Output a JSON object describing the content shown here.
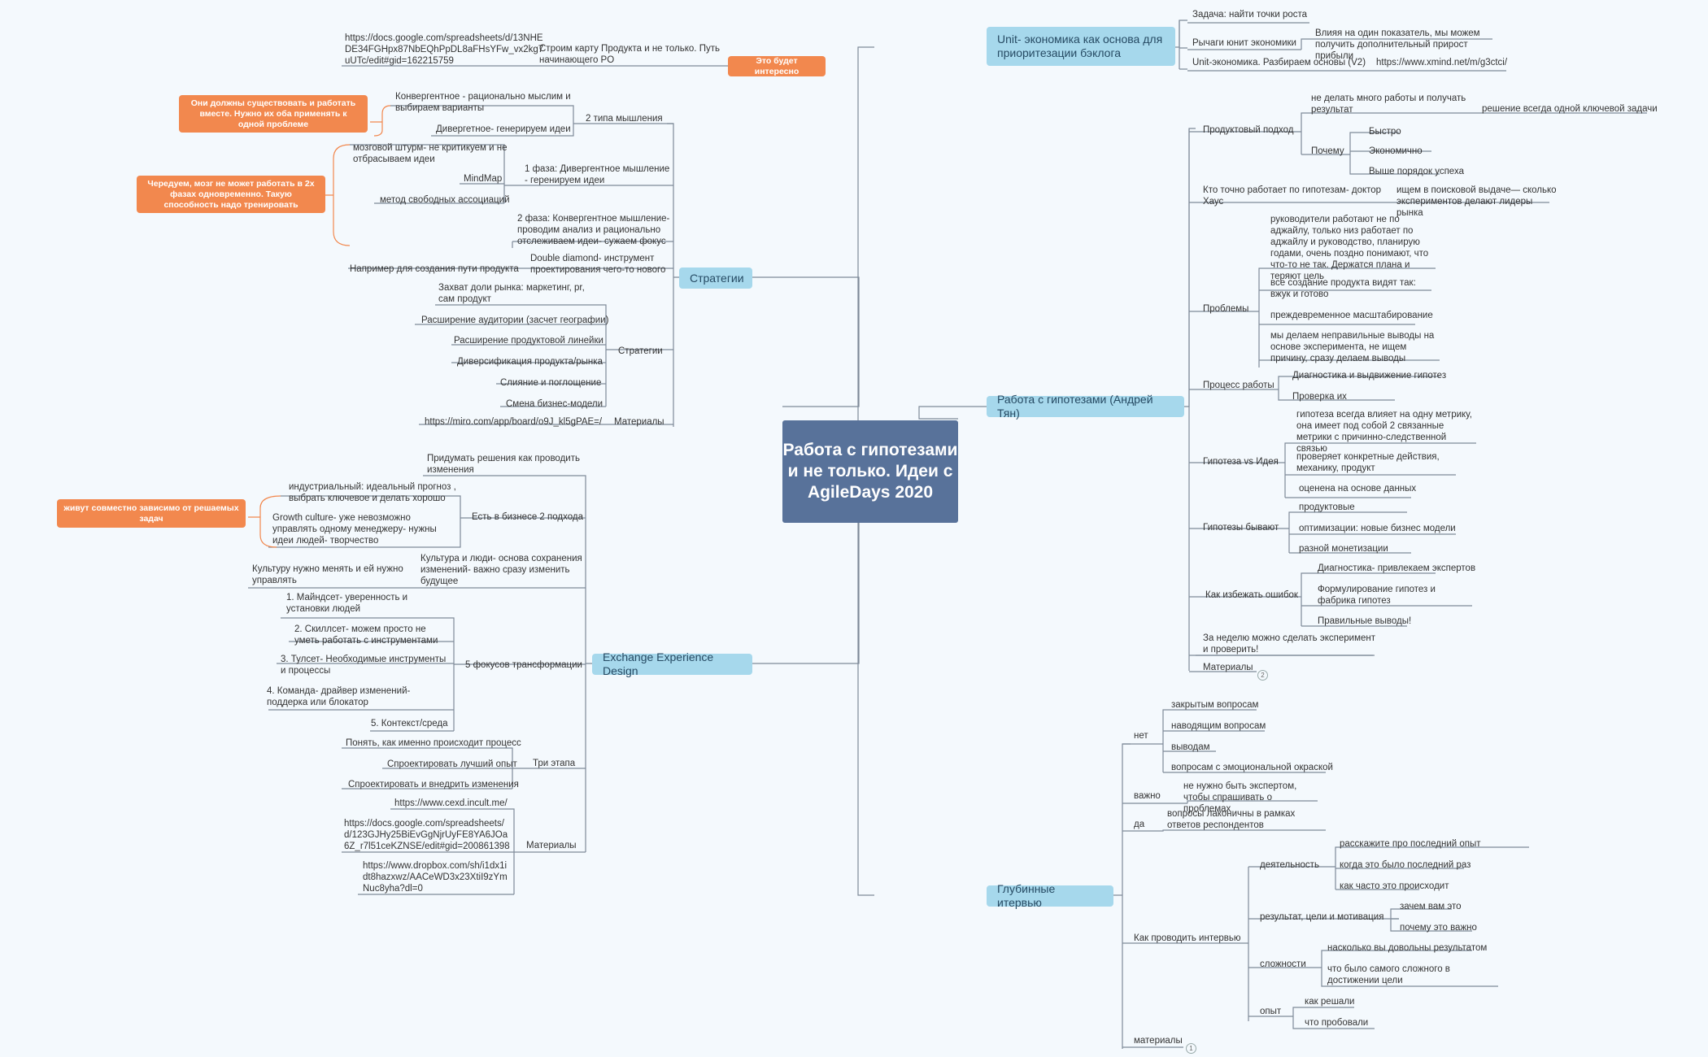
{
  "central": "Работа с гипотезами и не только. Идеи с AgileDays 2020",
  "unit": {
    "title": "Unit- экономика как основа для приоритезации бэклога",
    "task": "Задача: найти точки роста",
    "levers": "Рычаги юнит экономики",
    "levers_detail": "Влияя на один показатель, мы можем получить дополнительный прирост прибыли",
    "basics": "Unit-экономика. Разбираем основы (V2)",
    "basics_url": "https://www.xmind.net/m/g3ctci/"
  },
  "hyp": {
    "title": "Работа с гипотезами (Андрей Тян)",
    "product": "Продуктовый подход",
    "product_1": "не делать много работы и получать результат",
    "product_1a": "решение всегда одной ключевой задачи",
    "why": "Почему",
    "why_1": "Быстро",
    "why_2": "Экономично",
    "why_3": "Выше порядок успеха",
    "who": "Кто точно работает по гипотезам- доктор Хаус",
    "who_1": "ищем в поисковой выдаче— сколько экспериментов делают лидеры рынка",
    "problems": "Проблемы",
    "prob_1": "руководители работают не по аджайлу, только низ работает по аджайлу и руководство, планирую годами, очень поздно понимают, что что-то не так. Держатся плана и теряют цель",
    "prob_2": "все создание продукта видят так: вжук и готово",
    "prob_3": "преждевременное масштабирование",
    "prob_4": "мы делаем неправильные выводы на основе эксперимента, не ищем причину, сразу делаем выводы",
    "process": "Процесс работы",
    "proc_1": "Диагностика и выдвижение гипотез",
    "proc_2": "Проверка их",
    "vs": "Гипотеза vs Идея",
    "vs_1": "гипотеза всегда влияет на одну метрику, она имеет под собой 2 связанные метрики с причинно-следственной связью",
    "vs_2": "проверяет конкретные действия, механику, продукт",
    "vs_3": "оценена на основе данных",
    "kinds": "Гипотезы бывают",
    "kinds_1": "продуктовые",
    "kinds_2": "оптимизации: новые бизнес модели",
    "kinds_3": "разной монетизации",
    "avoid": "Как избежать ошибок",
    "avoid_1": "Диагностика- привлекаем экспертов",
    "avoid_2": "Формулирование гипотез и фабрика гипотез",
    "avoid_3": "Правильные выводы!",
    "week": "За неделю можно сделать эксперимент и проверить!",
    "materials": "Материалы",
    "materials_badge": "2"
  },
  "interview": {
    "title": "Глубинные итервью",
    "no": "нет",
    "no_1": "закрытым вопросам",
    "no_2": "наводящим вопросам",
    "no_3": "выводам",
    "no_4": "вопросам с эмоциональной окраской",
    "important": "важно",
    "important_1": "не нужно быть экспертом, чтобы спрашивать о проблемах",
    "yes": "да",
    "yes_1": "вопросы лаконичны в рамках ответов респондентов",
    "how": "Как проводить интервью",
    "activity": "деятельность",
    "act_1": "расскажите про последний опыт",
    "act_2": "когда это было последний раз",
    "act_3": "как часто это происходит",
    "result": "результат, цели и мотивация",
    "res_1": "зачем вам это",
    "res_2": "почему это важно",
    "difficulty": "сложности",
    "dif_1": "насколько вы довольны результатом",
    "dif_2": "что было самого сложного в достижении цели",
    "experience": "опыт",
    "exp_1": "как решали",
    "exp_2": "что пробовали",
    "materials": "материалы",
    "materials_badge": "1"
  },
  "strat": {
    "title": "Стратегии",
    "gdoc": "https://docs.google.com/spreadsheets/d/13NHEDE34FGHpx87NbEQhPpDL8aFHsYFw_vx2kg7uUTc/edit#gid=162215759",
    "map": "Строим карту Продукта и не только. Путь начинающего PO",
    "map_callout": "Это будет интересно",
    "two_types": "2 типа  мышления",
    "convergent": "Конвергентное - рационально мыслим и выбираем варианты",
    "divergent": "Дивергетное- генерируем идеи",
    "two_types_callout": "Они должны существовать и работать вместе. Нужно их оба применять к одной проблеме",
    "phase1": "1 фаза: Дивергентное мышление - геренируем идеи",
    "brainstorm": "мозговой штурм- не критикуем и не отбрасываем идеи",
    "mindmap": "MindMap",
    "assoc": "метод свободных ассоциаций",
    "phase_callout": "Чередуем, мозг не может работать в 2х фазах одновременно. Такую способность надо тренировать",
    "phase2": "2 фаза: Конвергентное мышление- проводим анализ и рационально отслеживаем идеи- сужаем фокус",
    "dd": "Double diamond- инструмент проектирования чего-то нового",
    "dd_example": "Например для создания пути продукта",
    "strategies": "Стратегии",
    "s1": "Захват доли рынка: маркетинг, pr, сам продукт",
    "s2": "Расширение аудитории (засчет географии)",
    "s3": "Расширение продуктовой линейки",
    "s4": "Диверсификация продукта/рынка",
    "s5": "Слияние и поглощение",
    "s6": "Смена бизнес-модели",
    "materials": "Материалы",
    "miro": "https://miro.com/app/board/o9J_kl5gPAE=/"
  },
  "exd": {
    "title": "Exchange Experience Design",
    "solutions": "Придумать решения как проводить изменения",
    "two_ways": "Есть в бизнесе 2 подхода",
    "industrial": "индустриальный: идеальный прогноз , выбрать ключевое и делать хорошо",
    "growth": "Growth culture- уже невозможно управлять одному менеджеру- нужны идеи людей- творчество",
    "two_ways_callout": "живут совместно зависимо от решаемых задач",
    "culture": "Культура и люди- основа сохранения изменений- важно сразу изменить будущее",
    "culture_1": "Культуру нужно менять и ей нужно управлять",
    "five": "5 фокусов трансформации",
    "f1": "1. Майндсет- уверенность и установки людей",
    "f2": "2. Скиллсет- можем просто не уметь работать с инструментами",
    "f3": "3. Тулсет- Необходимые инструменты и процессы",
    "f4": "4. Команда- драйвер изменений- поддерка или блокатор",
    "f5": "5. Контекст/среда",
    "three": "Три этапа",
    "t1": "Понять, как именно происходит процесс",
    "t2": "Спроектировать лучший опыт",
    "t3": "Спроектировать и внедрить изменения",
    "materials": "Материалы",
    "m1": "https://www.cexd.incult.me/",
    "m2": "https://docs.google.com/spreadsheets/d/123GJHy25BiEvGgNjrUyFE8YA6JOa6Z_r7l51ceKZNSE/edit#gid=200861398",
    "m3": "https://www.dropbox.com/sh/i1dx1idt8hazxwz/AACeWD3x23XtiI9zYmNuc8yha?dl=0"
  },
  "colors": {
    "background": "#f4f9fd",
    "central": "#58729a",
    "main_topic": "#a6d8ec",
    "callout": "#f2884e",
    "line": "#7e8a99",
    "callout_line": "#f2884e"
  }
}
